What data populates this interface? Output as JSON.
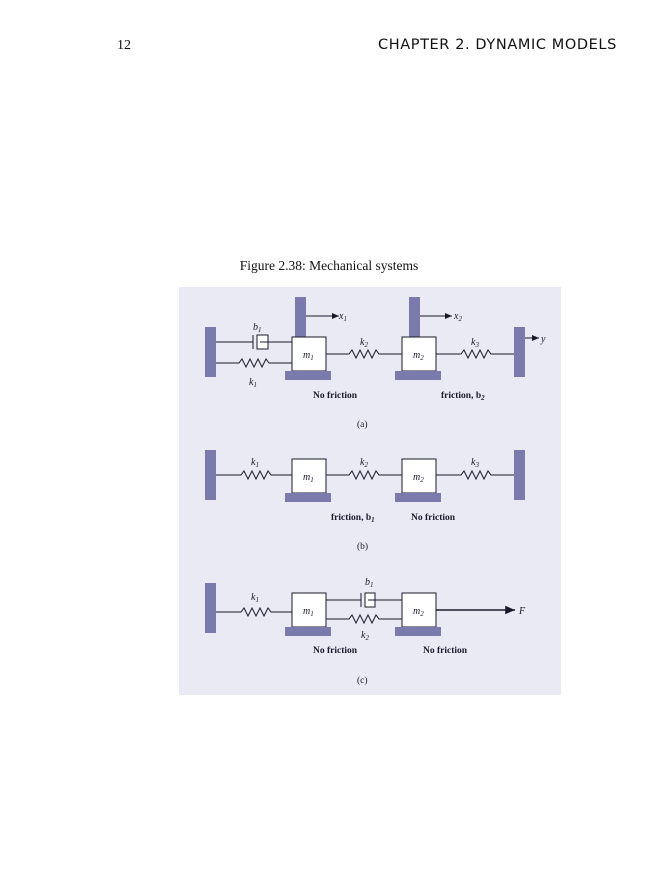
{
  "header": {
    "page_number": "12",
    "chapter_title": "CHAPTER 2.  DYNAMIC MODELS"
  },
  "figure": {
    "caption": "Figure 2.38: Mechanical systems",
    "a": {
      "label": "(a)",
      "b1": "b",
      "b1_sub": "1",
      "k1": "k",
      "k1_sub": "1",
      "x1": "x",
      "x1_sub": "1",
      "m1": "m",
      "m1_sub": "1",
      "k2": "k",
      "k2_sub": "2",
      "x2": "x",
      "x2_sub": "2",
      "m2": "m",
      "m2_sub": "2",
      "k3": "k",
      "k3_sub": "3",
      "y": "y",
      "note_left": "No friction",
      "note_right": "friction, b",
      "note_right_sub": "2"
    },
    "b": {
      "label": "(b)",
      "k1": "k",
      "k1_sub": "1",
      "m1": "m",
      "m1_sub": "1",
      "k2": "k",
      "k2_sub": "2",
      "m2": "m",
      "m2_sub": "2",
      "k3": "k",
      "k3_sub": "3",
      "note_left": "friction, b",
      "note_left_sub": "1",
      "note_right": "No friction"
    },
    "c": {
      "label": "(c)",
      "k1": "k",
      "k1_sub": "1",
      "m1": "m",
      "m1_sub": "1",
      "b1": "b",
      "b1_sub": "1",
      "k2": "k",
      "k2_sub": "2",
      "m2": "m",
      "m2_sub": "2",
      "F": "F",
      "note_left": "No friction",
      "note_right": "No friction"
    }
  }
}
